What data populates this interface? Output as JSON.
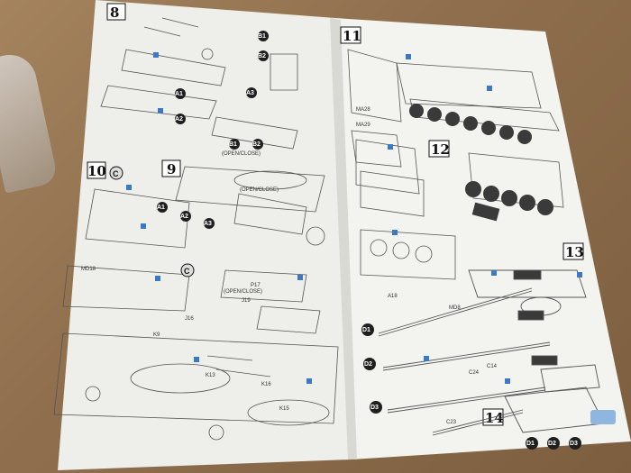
{
  "steps": {
    "s8": "8",
    "s9": "9",
    "s10": "10",
    "s11": "11",
    "s12": "12",
    "s13": "13",
    "s14": "14"
  },
  "labels": {
    "b1": "B1",
    "b2": "B2",
    "a1": "A1",
    "a2": "A2",
    "a3": "A3",
    "d1": "D1",
    "d2": "D2",
    "d3": "D3",
    "c": "C",
    "openclose": "(OPEN/CLOSE)",
    "ma28": "MA28",
    "ma29": "MA29",
    "md8": "MD8",
    "md18": "MD18",
    "k15": "K15",
    "k16": "K16",
    "k13": "K13",
    "k9": "K9",
    "j16": "J16",
    "j19": "J19",
    "p17": "P17",
    "a18": "A18",
    "c23": "C23",
    "c14": "C14",
    "c24": "C24"
  },
  "colors": {
    "table": "#8f6f4d",
    "paper": "#f1f1ee",
    "ink": "#2a2a2a",
    "accent": "#3b79c5"
  }
}
